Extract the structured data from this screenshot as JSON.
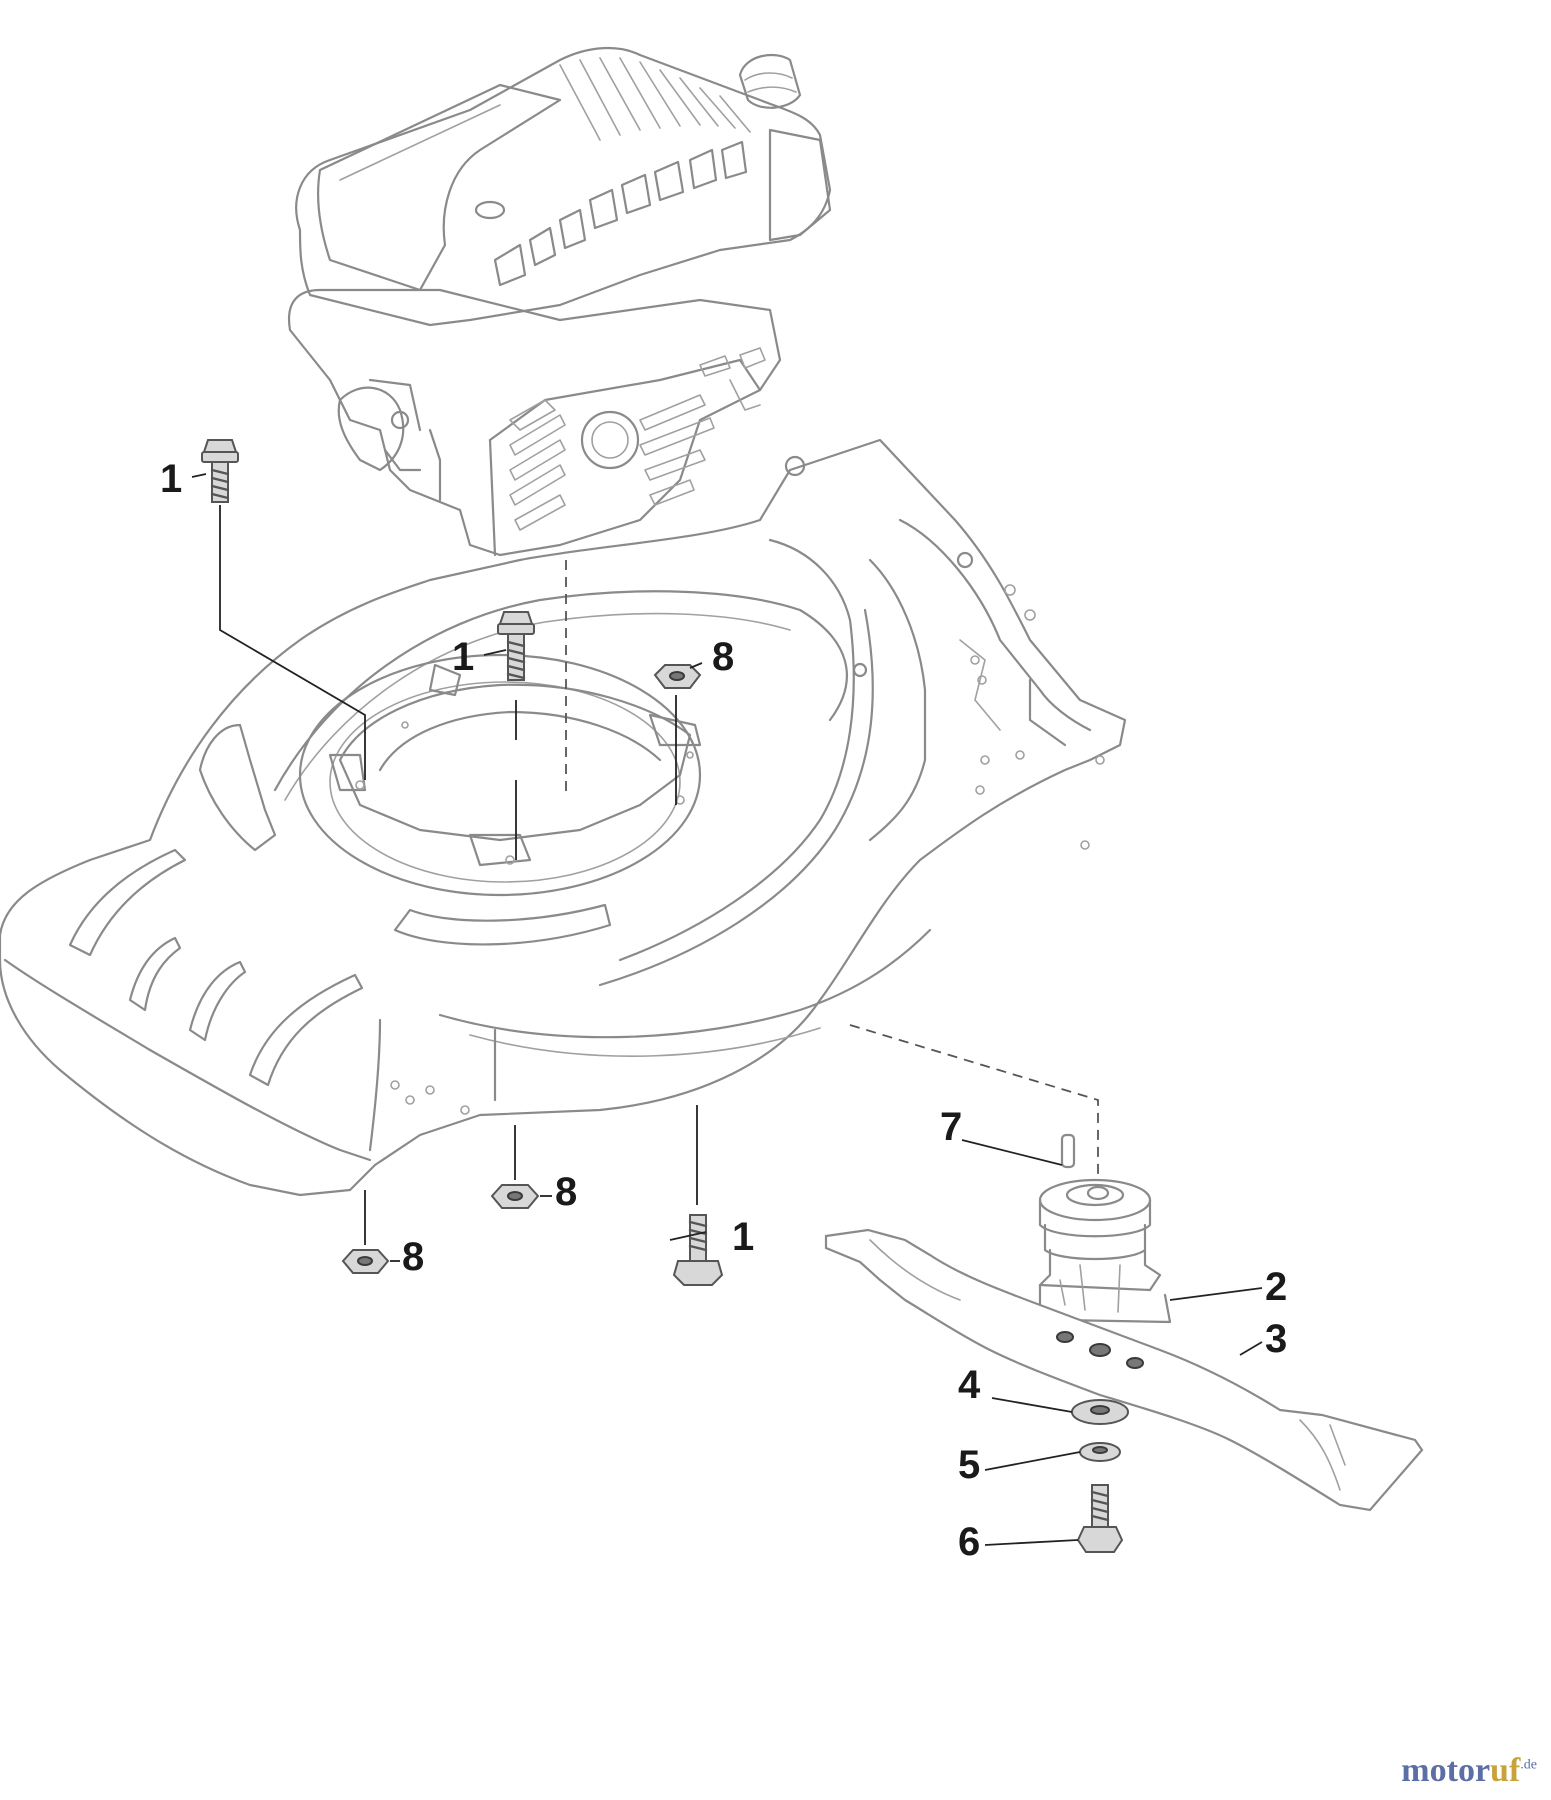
{
  "callouts": [
    {
      "id": "c1a",
      "number": "1"
    },
    {
      "id": "c1b",
      "number": "1"
    },
    {
      "id": "c1c",
      "number": "1"
    },
    {
      "id": "c2",
      "number": "2"
    },
    {
      "id": "c3",
      "number": "3"
    },
    {
      "id": "c4",
      "number": "4"
    },
    {
      "id": "c5",
      "number": "5"
    },
    {
      "id": "c6",
      "number": "6"
    },
    {
      "id": "c7",
      "number": "7"
    },
    {
      "id": "c8a",
      "number": "8"
    },
    {
      "id": "c8b",
      "number": "8"
    },
    {
      "id": "c8c",
      "number": "8"
    }
  ],
  "watermark": {
    "main": "motor",
    "accent": "uf",
    "tld": ".de"
  }
}
